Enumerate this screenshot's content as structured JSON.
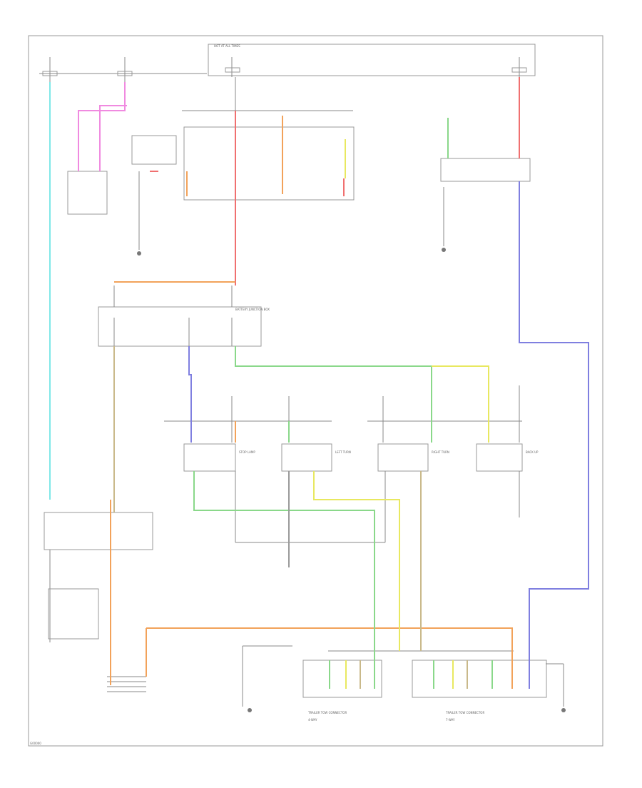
{
  "diagram": {
    "footer_code": "G00000",
    "connector_left_label": "TRAILER TOW CONNECTOR",
    "connector_left_sub": "4-WAY",
    "connector_right_label": "TRAILER TOW CONNECTOR",
    "connector_right_sub": "7-WAY",
    "fuse_panel_label": "HOT AT ALL TIMES",
    "battery_junction_label": "BATTERY JUNCTION BOX",
    "relay_labels": [
      "STOP LAMP",
      "LEFT TURN",
      "RIGHT TURN",
      "BACK UP"
    ],
    "wire_colors": {
      "cyan": "#7fe8e8",
      "pink": "#f08ae0",
      "red": "#f07070",
      "orange": "#f2a25a",
      "green": "#8ad88a",
      "yellow": "#e8e860",
      "blue": "#7f7fe0",
      "tan": "#c9b98a",
      "grey": "#9a9a9a"
    }
  }
}
